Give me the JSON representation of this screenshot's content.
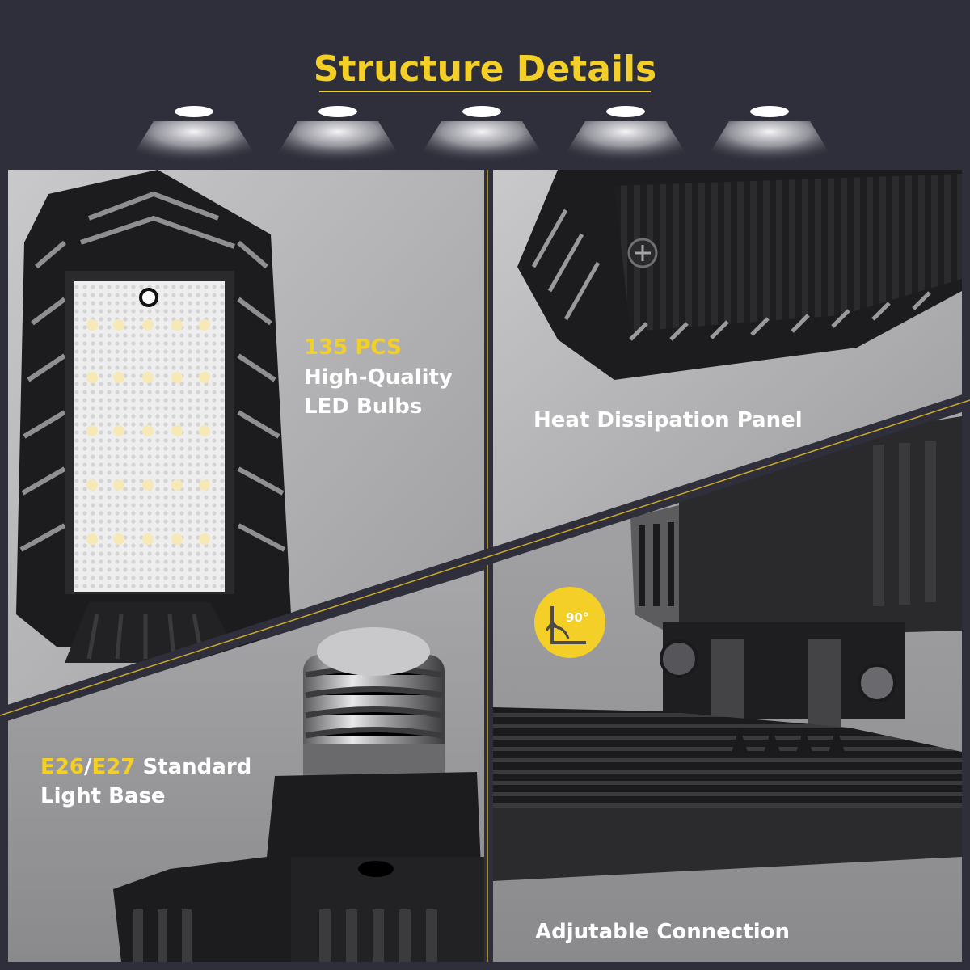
{
  "title": "Structure Details",
  "colors": {
    "background": "#2e2f3a",
    "accent": "#f3cf27",
    "panel": "#b9b9bb",
    "product": "#1c1c1e"
  },
  "panels": {
    "led": {
      "count": "135 PCS",
      "line1": "High-Quality",
      "line2": "LED Bulbs"
    },
    "heat": {
      "label": "Heat Dissipation Panel"
    },
    "base": {
      "e26": "E26",
      "slash": "/",
      "e27": "E27",
      "standard": " Standard",
      "line2": "Light Base"
    },
    "connection": {
      "label": "Adjutable Connection",
      "badge": "90°"
    }
  },
  "icons": [
    "spotlight-icon",
    "angle-90-icon",
    "screw-icon"
  ]
}
